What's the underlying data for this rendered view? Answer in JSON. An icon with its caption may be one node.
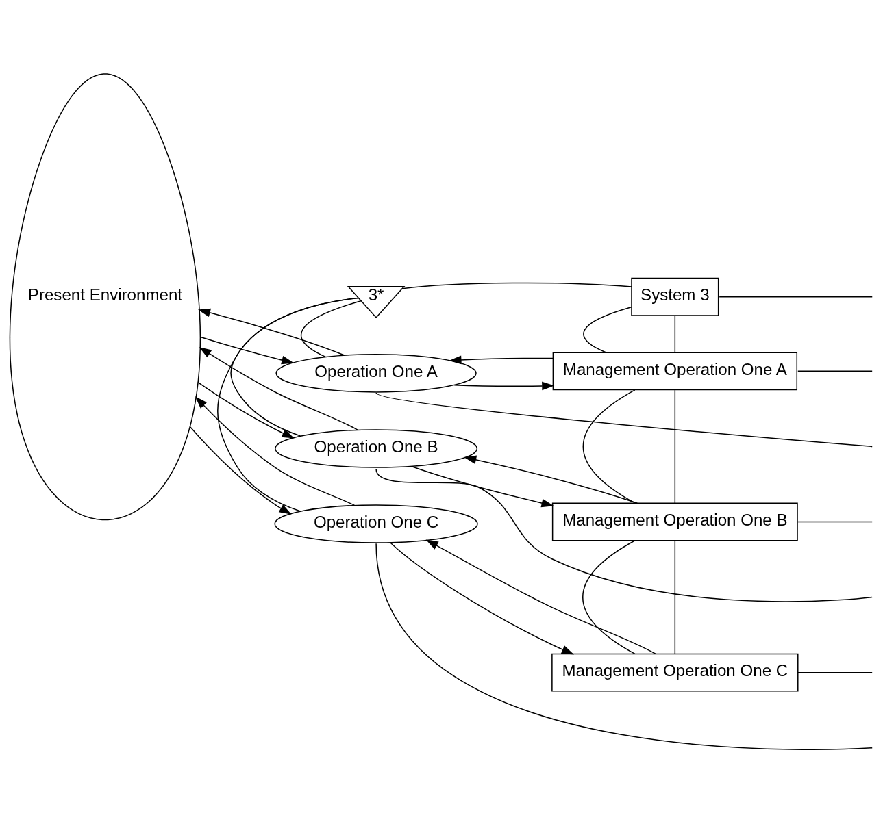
{
  "diagram": {
    "nodes": [
      {
        "text": [
          "3*"
        ]
      },
      {
        "text": [
          "System 3"
        ]
      },
      {
        "text": [
          "Present Environment"
        ]
      },
      {
        "text": [
          "Operation One A"
        ]
      },
      {
        "text": [
          "Management Operation One A"
        ]
      },
      {
        "text": [
          "Operation One B"
        ]
      },
      {
        "text": [
          "Management Operation One B"
        ]
      },
      {
        "text": [
          "Operation One C"
        ]
      },
      {
        "text": [
          "Management Operation One C"
        ]
      }
    ],
    "edges": [
      {
        "from": 0,
        "to": 1,
        "arrow": "none"
      },
      {
        "from": 1,
        "to": null,
        "arrow": "none"
      },
      {
        "from": 0,
        "to": 3,
        "arrow": "none"
      },
      {
        "from": 0,
        "to": 5,
        "arrow": "none"
      },
      {
        "from": 0,
        "to": 7,
        "arrow": "none"
      },
      {
        "from": 1,
        "to": 4,
        "arrow": "none"
      },
      {
        "from": 1,
        "to": 4,
        "arrow": "none"
      },
      {
        "from": 3,
        "to": 2,
        "arrow": "to"
      },
      {
        "from": 2,
        "to": 3,
        "arrow": "to"
      },
      {
        "from": 4,
        "to": 3,
        "arrow": "to"
      },
      {
        "from": 3,
        "to": 4,
        "arrow": "to"
      },
      {
        "from": 4,
        "to": null,
        "arrow": "none"
      },
      {
        "from": 3,
        "to": null,
        "arrow": "none"
      },
      {
        "from": 4,
        "to": 6,
        "arrow": "none"
      },
      {
        "from": 4,
        "to": 6,
        "arrow": "none"
      },
      {
        "from": 5,
        "to": 2,
        "arrow": "to"
      },
      {
        "from": 2,
        "to": 5,
        "arrow": "to"
      },
      {
        "from": 6,
        "to": 5,
        "arrow": "to"
      },
      {
        "from": 5,
        "to": 6,
        "arrow": "to"
      },
      {
        "from": 6,
        "to": null,
        "arrow": "none"
      },
      {
        "from": 5,
        "to": null,
        "arrow": "none"
      },
      {
        "from": 6,
        "to": 8,
        "arrow": "none"
      },
      {
        "from": 6,
        "to": 8,
        "arrow": "none"
      },
      {
        "from": 7,
        "to": 2,
        "arrow": "to"
      },
      {
        "from": 2,
        "to": 7,
        "arrow": "to"
      },
      {
        "from": 8,
        "to": 7,
        "arrow": "to"
      },
      {
        "from": 7,
        "to": 8,
        "arrow": "to"
      },
      {
        "from": 8,
        "to": null,
        "arrow": "none"
      },
      {
        "from": 7,
        "to": null,
        "arrow": "none"
      }
    ]
  }
}
